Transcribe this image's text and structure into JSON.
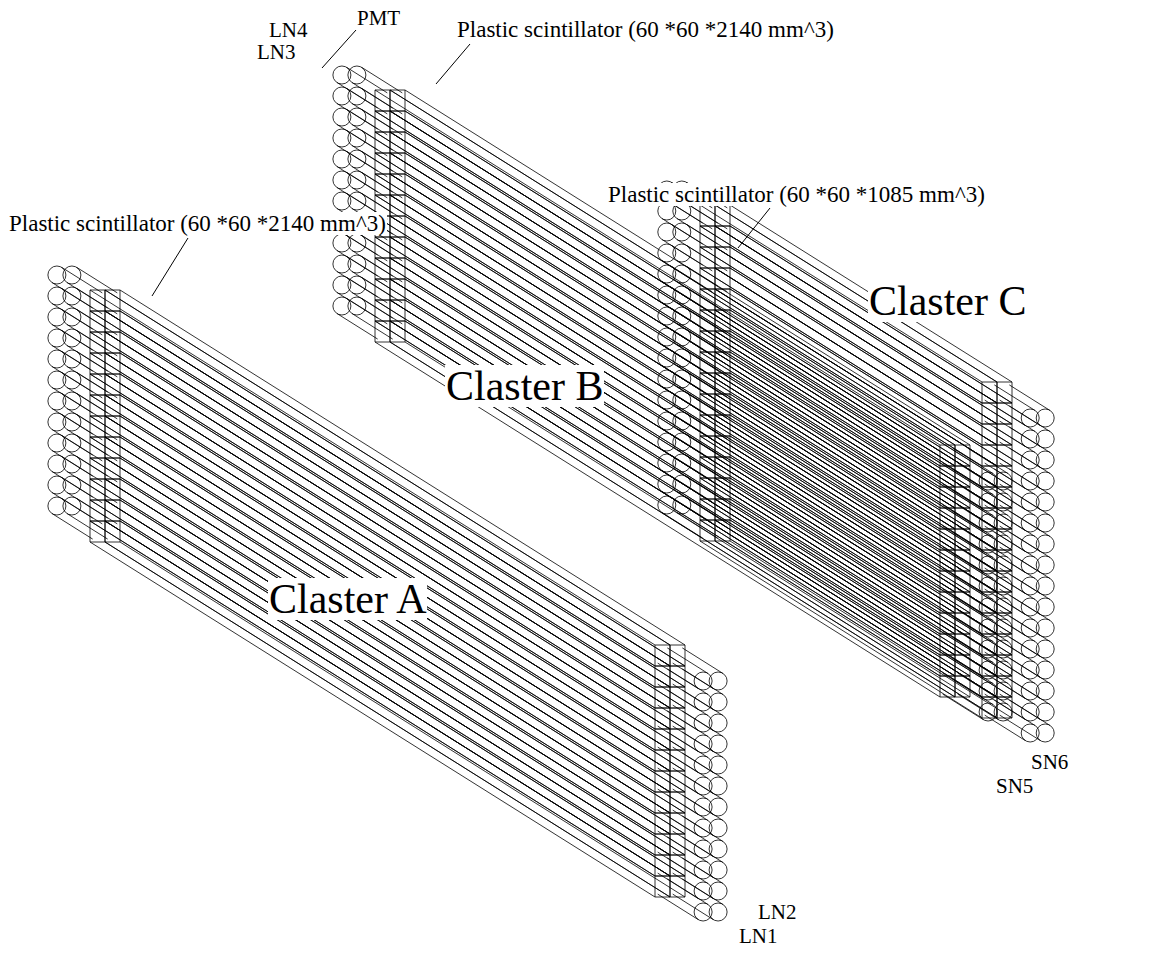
{
  "diagram": {
    "labels": [
      "LN4",
      "LN3",
      "PMT",
      "Plastic scintillator (60 *60 *2140 mm^3)",
      "Plastic scintillator (60 *60 *2140 mm^3)",
      "Plastic scintillator (60 *60 *1085 mm^3)",
      "Claster B",
      "Claster C",
      "Claster A",
      "SN6",
      "SN5",
      "LN2",
      "LN1"
    ]
  }
}
